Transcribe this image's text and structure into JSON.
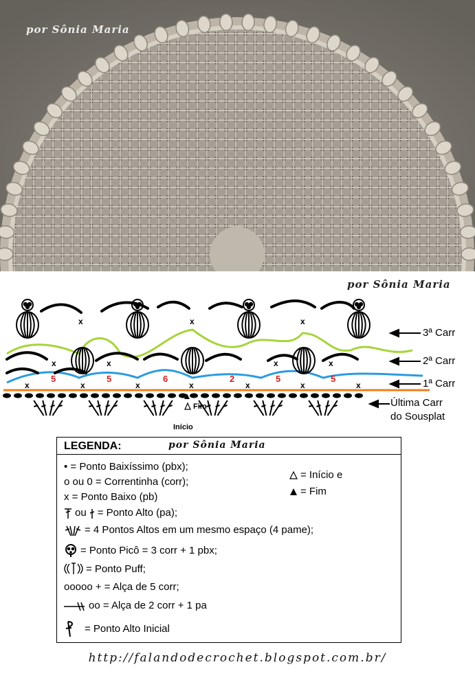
{
  "credits": {
    "photo": "por Sônia Maria",
    "diagram": "por Sônia Maria",
    "legend": "por Sônia Maria"
  },
  "chart": {
    "row_labels": {
      "row3": "3ª Carr",
      "row2": "2ª Carr",
      "row1": "1ª Carr",
      "last_line1": "Última Carr",
      "last_line2": "do Sousplat"
    },
    "markers": {
      "fim": "Fim",
      "inicio": "Início"
    },
    "counts": [
      "5",
      "5",
      "6",
      "2",
      "5",
      "5"
    ],
    "colors": {
      "row3_line": "#a6d43a",
      "row1_line": "#2b9be0",
      "last_row_line": "#ef7d1c",
      "count_text": "#d42020"
    }
  },
  "legend": {
    "title": "LEGENDA:",
    "items": [
      "• = Ponto Baixíssimo (pbx);",
      "o ou 0 = Correntinha (corr);",
      "x = Ponto Baixo (pb)",
      "= Ponto Alto (pa);",
      "= 4 Pontos Altos em um mesmo espaço (4 pame);",
      "= Ponto Picô = 3 corr + 1 pbx;",
      "= Ponto Puff;",
      "ooooo + = Alça de 5 corr;",
      "oo = Alça de 2 corr + 1 pa",
      "= Ponto Alto Inicial"
    ],
    "pa_symbol_text": "ou",
    "side_items": [
      "= Início e",
      "= Fim"
    ]
  },
  "url": "http://falandodecrochet.blogspot.com.br/"
}
